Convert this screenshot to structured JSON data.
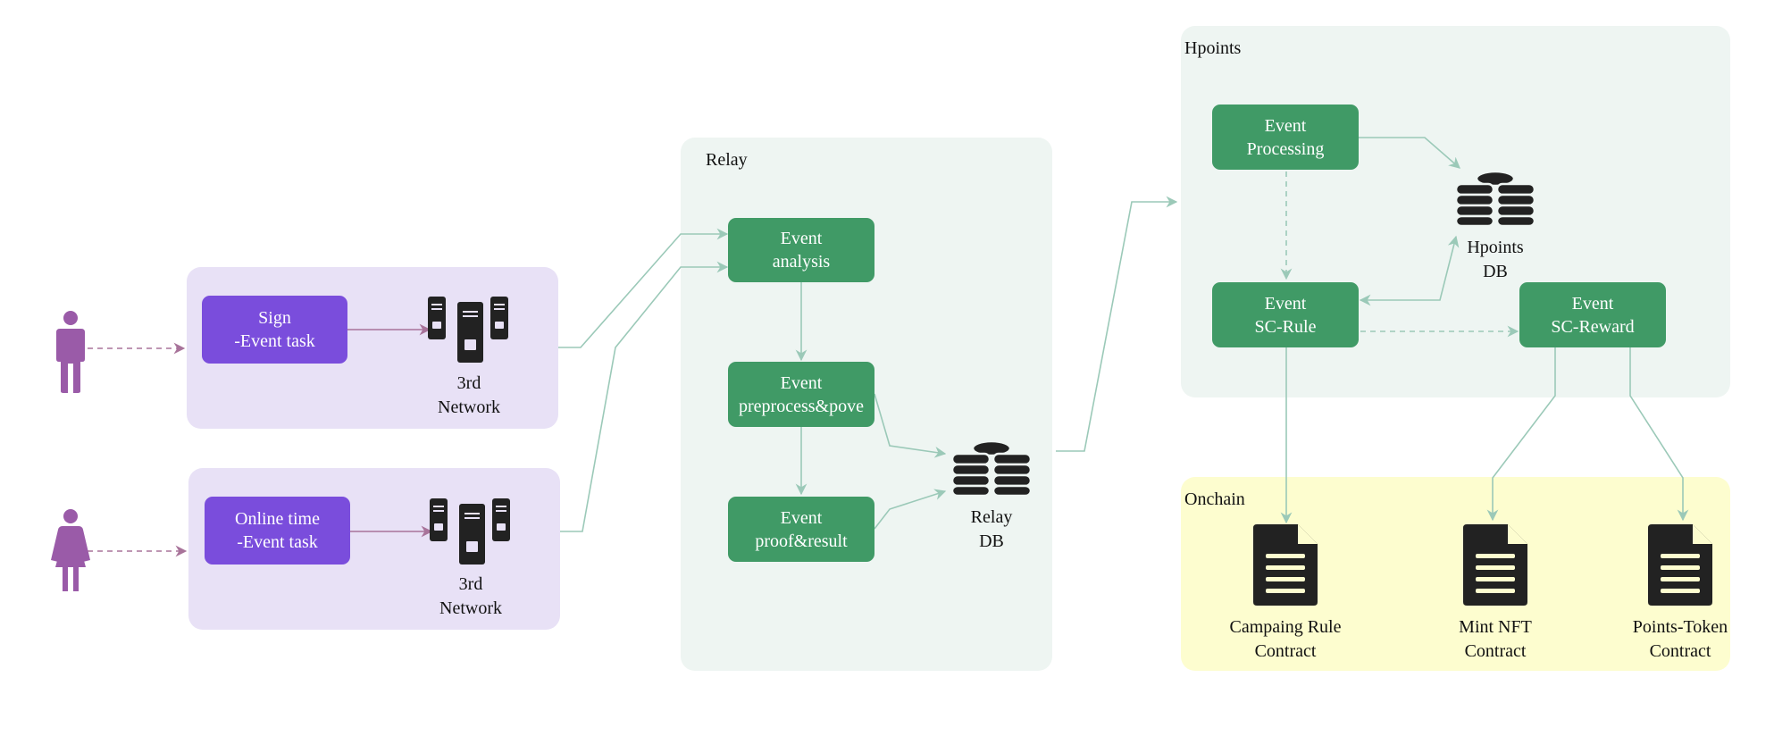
{
  "colors": {
    "user_group_bg": "#e8e1f6",
    "relay_group_bg": "#eef5f2",
    "onchain_group_bg": "#fdfdcf",
    "task_box": "#7a4ddc",
    "green_box": "#409a66",
    "connector_teal": "#9bc9b8",
    "connector_mauve": "#a8739a",
    "person_icon": "#9a5ba8",
    "icon_dark": "#222222"
  },
  "users": {
    "top": {
      "icon": "male-person-icon",
      "task_label": "Sign\n-Event task",
      "network_icon": "server-rack-icon",
      "network_label": "3rd\nNetwork"
    },
    "bottom": {
      "icon": "female-person-icon",
      "task_label": "Online time\n-Event task",
      "network_icon": "server-rack-icon",
      "network_label": "3rd\nNetwork"
    }
  },
  "relay": {
    "label": "Relay",
    "analysis": "Event\nanalysis",
    "preprocess": "Event\npreprocess&pove",
    "proof": "Event\nproof&result",
    "db_icon": "database-coins-icon",
    "db_label": "Relay\nDB"
  },
  "hpoints": {
    "label": "Hpoints",
    "processing": "Event\nProcessing",
    "sc_rule": "Event\nSC-Rule",
    "sc_reward": "Event\nSC-Reward",
    "db_icon": "database-coins-icon",
    "db_label": "Hpoints\nDB"
  },
  "onchain": {
    "label": "Onchain",
    "contract_icon": "document-icon",
    "campaign": "Campaing Rule\nContract",
    "mint_nft": "Mint NFT\nContract",
    "points_token": "Points-Token\nContract"
  }
}
